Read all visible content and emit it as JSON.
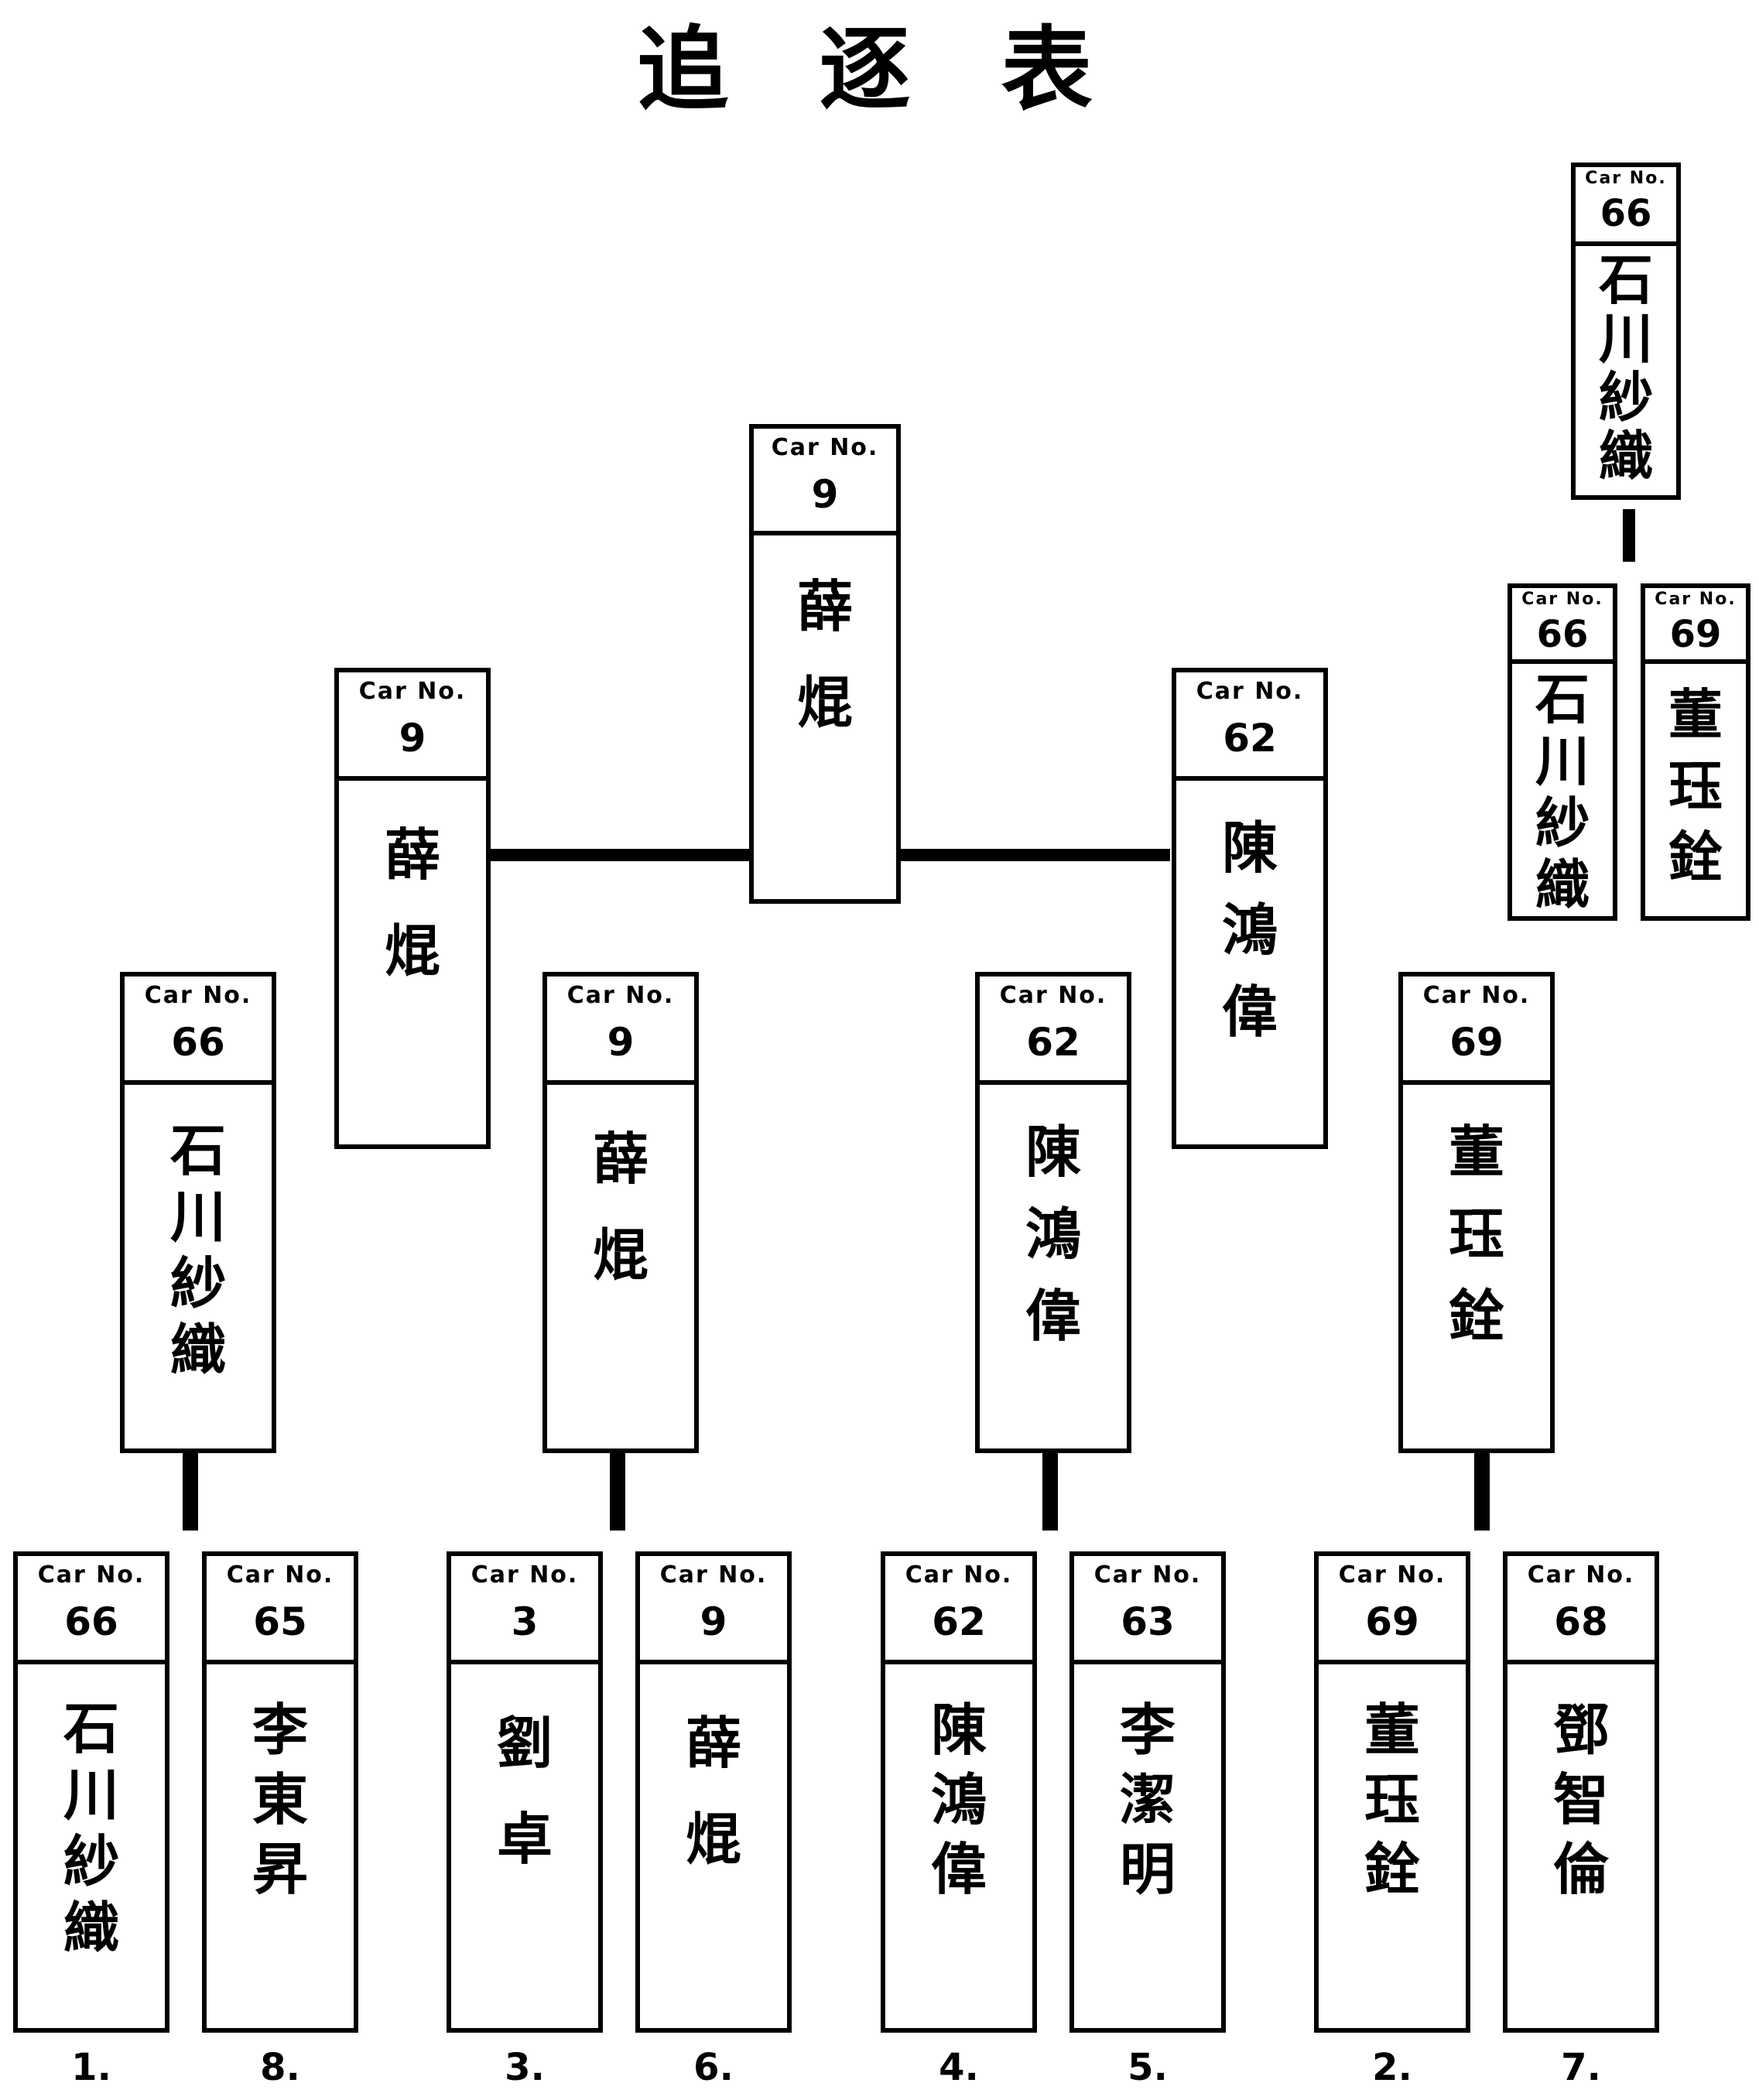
{
  "title": "追 逐 表",
  "car_label": "Car No.",
  "boxes": [
    {
      "id": "top",
      "car": "9",
      "name": [
        "薛",
        "焜"
      ]
    },
    {
      "id": "sf-left",
      "car": "9",
      "name": [
        "薛",
        "焜"
      ]
    },
    {
      "id": "sf-right",
      "car": "62",
      "name": [
        "陳",
        "鴻",
        "偉"
      ]
    },
    {
      "id": "qf-1",
      "car": "66",
      "name": [
        "石",
        "川",
        "紗",
        "織"
      ]
    },
    {
      "id": "qf-2",
      "car": "9",
      "name": [
        "薛",
        "焜"
      ]
    },
    {
      "id": "qf-3",
      "car": "62",
      "name": [
        "陳",
        "鴻",
        "偉"
      ]
    },
    {
      "id": "qf-4",
      "car": "69",
      "name": [
        "董",
        "珏",
        "銓"
      ]
    },
    {
      "id": "r1-1",
      "car": "66",
      "name": [
        "石",
        "川",
        "紗",
        "織"
      ],
      "rank": "1."
    },
    {
      "id": "r1-2",
      "car": "65",
      "name": [
        "李",
        "東",
        "昇"
      ],
      "rank": "8."
    },
    {
      "id": "r1-3",
      "car": "3",
      "name": [
        "劉",
        "卓"
      ],
      "rank": "3."
    },
    {
      "id": "r1-4",
      "car": "9",
      "name": [
        "薛",
        "焜"
      ],
      "rank": "6."
    },
    {
      "id": "r1-5",
      "car": "62",
      "name": [
        "陳",
        "鴻",
        "偉"
      ],
      "rank": "4."
    },
    {
      "id": "r1-6",
      "car": "63",
      "name": [
        "李",
        "潔",
        "明"
      ],
      "rank": "5."
    },
    {
      "id": "r1-7",
      "car": "69",
      "name": [
        "董",
        "珏",
        "銓"
      ],
      "rank": "2."
    },
    {
      "id": "r1-8",
      "car": "68",
      "name": [
        "鄧",
        "智",
        "倫"
      ],
      "rank": "7."
    },
    {
      "id": "side-winner",
      "car": "66",
      "name": [
        "石",
        "川",
        "紗",
        "織"
      ]
    },
    {
      "id": "side-1",
      "car": "66",
      "name": [
        "石",
        "川",
        "紗",
        "織"
      ]
    },
    {
      "id": "side-2",
      "car": "69",
      "name": [
        "董",
        "珏",
        "銓"
      ]
    }
  ]
}
